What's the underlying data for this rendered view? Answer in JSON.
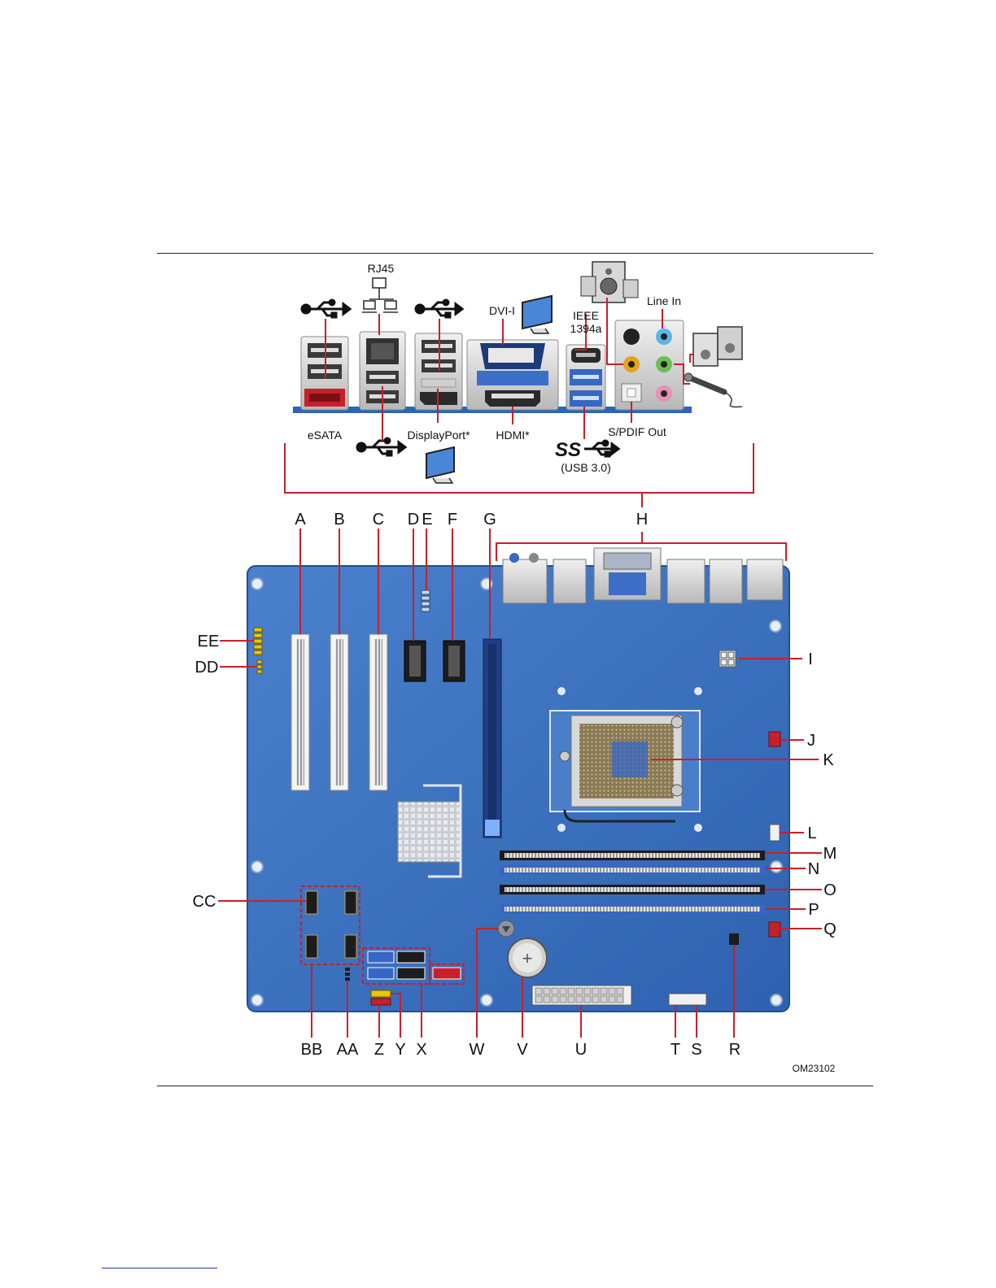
{
  "figure": {
    "id_code": "OM23102",
    "rear_panel": {
      "labels": {
        "rj45": "RJ45",
        "dvi": "DVI-I",
        "ieee_line1": "IEEE",
        "ieee_line2": "1394a",
        "line_in": "Line In",
        "esata": "eSATA",
        "displayport": "DisplayPort*",
        "hdmi": "HDMI*",
        "spdif": "S/PDIF Out",
        "ss_logo": "SS",
        "usb3": "(USB 3.0)"
      }
    },
    "callouts": {
      "A": "A",
      "B": "B",
      "C": "C",
      "D": "D",
      "E": "E",
      "F": "F",
      "G": "G",
      "H": "H",
      "I": "I",
      "J": "J",
      "K": "K",
      "L": "L",
      "M": "M",
      "N": "N",
      "O": "O",
      "P": "P",
      "Q": "Q",
      "R": "R",
      "S": "S",
      "T": "T",
      "U": "U",
      "V": "V",
      "W": "W",
      "X": "X",
      "Y": "Y",
      "Z": "Z",
      "AA": "AA",
      "BB": "BB",
      "CC": "CC",
      "DD": "DD",
      "EE": "EE"
    }
  },
  "colors": {
    "board": "#3f74c0",
    "board_dark": "#2a5aa3",
    "esata_red": "#c8202a",
    "usb3_blue": "#3567c4",
    "line": "#c8202a"
  }
}
